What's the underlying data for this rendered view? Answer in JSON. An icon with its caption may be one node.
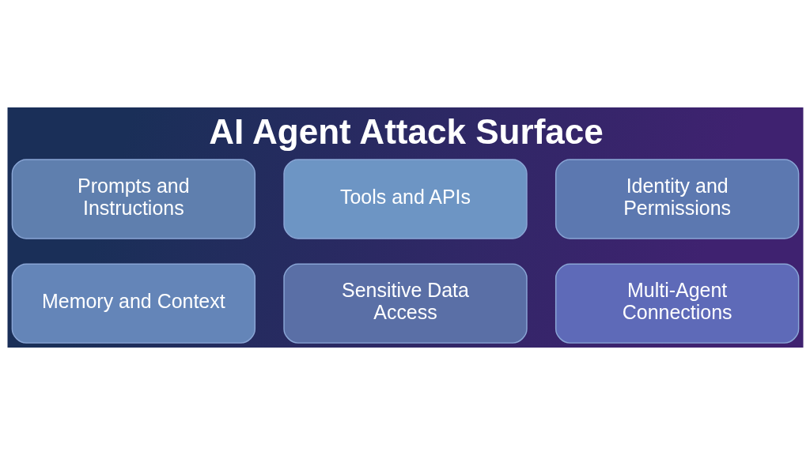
{
  "diagram": {
    "title": "AI Agent Attack Surface",
    "nodes": [
      {
        "text": [
          "Prompts and Instructions"
        ]
      },
      {
        "text": [
          "Tools and APIs"
        ]
      },
      {
        "text": [
          "Identity and Permissions"
        ]
      },
      {
        "text": [
          "Memory and Context"
        ]
      },
      {
        "text": [
          "Sensitive Data Access"
        ]
      },
      {
        "text": [
          "Multi-Agent Connections"
        ]
      }
    ]
  }
}
